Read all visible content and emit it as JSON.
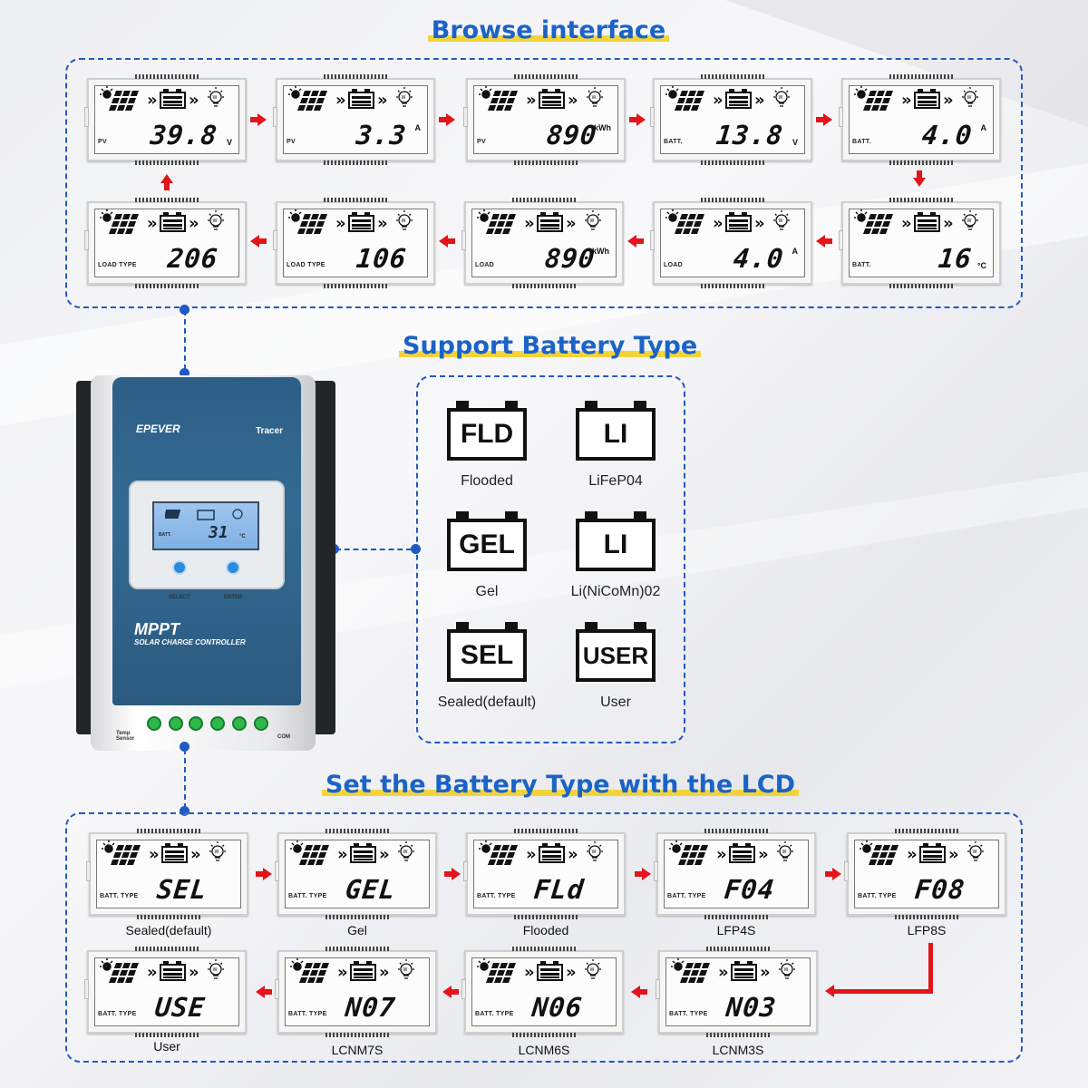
{
  "titles": {
    "browse": "Browse interface",
    "support": "Support Battery Type",
    "set": "Set the Battery Type with the LCD"
  },
  "browse_screens": [
    {
      "label": "PV",
      "value": "39.8",
      "unit": "V"
    },
    {
      "label": "PV",
      "value": "3.3",
      "unit": "A"
    },
    {
      "label": "PV",
      "value": "890",
      "unit": "kWh"
    },
    {
      "label": "BATT.",
      "value": "13.8",
      "unit": "V"
    },
    {
      "label": "BATT.",
      "value": "4.0",
      "unit": "A"
    },
    {
      "label": "BATT.",
      "value": "16",
      "unit": "°C"
    },
    {
      "label": "LOAD",
      "value": "4.0",
      "unit": "A"
    },
    {
      "label": "LOAD",
      "value": "890",
      "unit": "kWh"
    },
    {
      "label": "LOAD TYPE",
      "value": "106",
      "unit": ""
    },
    {
      "label": "LOAD TYPE",
      "value": "206",
      "unit": ""
    }
  ],
  "battery_types": [
    {
      "code": "FLD",
      "name": "Flooded"
    },
    {
      "code": "LI",
      "name": "LiFeP04"
    },
    {
      "code": "GEL",
      "name": "Gel"
    },
    {
      "code": "LI",
      "name": "Li(NiCoMn)02"
    },
    {
      "code": "SEL",
      "name": "Sealed(default)"
    },
    {
      "code": "USER",
      "name": "User"
    }
  ],
  "set_screens": [
    {
      "label": "BATT. TYPE",
      "value": "SEL",
      "caption": "Sealed(default)"
    },
    {
      "label": "BATT. TYPE",
      "value": "GEL",
      "caption": "Gel"
    },
    {
      "label": "BATT. TYPE",
      "value": "FLd",
      "caption": "Flooded"
    },
    {
      "label": "BATT. TYPE",
      "value": "F04",
      "caption": "LFP4S"
    },
    {
      "label": "BATT. TYPE",
      "value": "F08",
      "caption": "LFP8S"
    },
    {
      "label": "BATT. TYPE",
      "value": "N03",
      "caption": "LCNM3S"
    },
    {
      "label": "BATT. TYPE",
      "value": "N06",
      "caption": "LCNM6S"
    },
    {
      "label": "BATT. TYPE",
      "value": "N07",
      "caption": "LCNM7S"
    },
    {
      "label": "BATT. TYPE",
      "value": "USE",
      "caption": "User"
    }
  ],
  "controller": {
    "brand": "EPEVER",
    "model": "Tracer",
    "screen_label": "BATT.",
    "screen_value": "31",
    "screen_unit": "°C",
    "select_label": "SELECT",
    "enter_label": "ENTER",
    "product_title": "MPPT",
    "product_subtitle": "SOLAR CHARGE CONTROLLER",
    "temp_sensor_label": "Temp Sensor",
    "com_label": "COM"
  },
  "colors": {
    "accent_blue": "#1b63c6",
    "dash_blue": "#2159c2",
    "arrow_red": "#e3141a",
    "highlight_yellow": "#f2d43a",
    "controller_blue": "#2d5f86"
  }
}
